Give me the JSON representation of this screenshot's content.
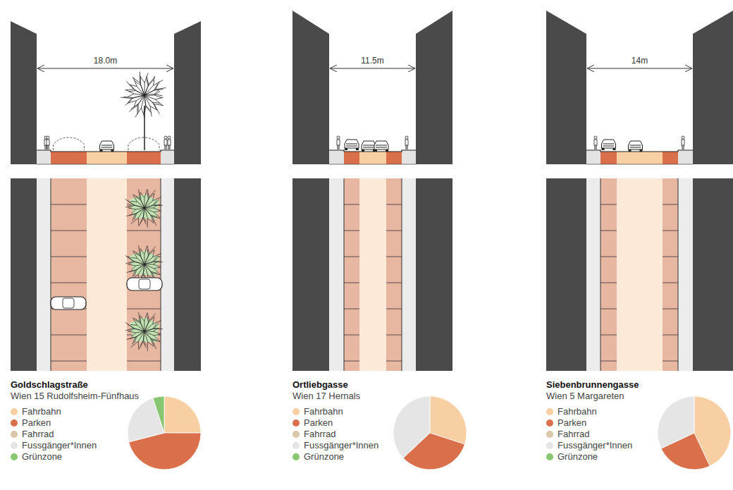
{
  "diagram": {
    "labels": [
      "18.0m",
      "11.5m",
      "14m",
      "Goldschlagstraße",
      "Wien 15 Rudolfsheim-Fünfhaus",
      "Ortliebgasse",
      "Wien 17 Hernals",
      "Siebenbrunnengasse",
      "Wien 5 Margareten"
    ],
    "legend": [
      {
        "text": "Fahrbahn",
        "color": "#f8cfa3"
      },
      {
        "text": "Parken",
        "color": "#d9704b"
      },
      {
        "text": "Fahrrad",
        "color": "#d8c7a9"
      },
      {
        "text": "Fussgänger*Innen",
        "color": "#e5e5e5"
      },
      {
        "text": "Grünzone",
        "color": "#88c671"
      },
      {
        "text": "Fahrbahn",
        "color": "#f8cfa3"
      },
      {
        "text": "Parken",
        "color": "#d9704b"
      },
      {
        "text": "Fahrrad",
        "color": "#d8c7a9"
      },
      {
        "text": "Fussgänger*Innen",
        "color": "#e5e5e5"
      },
      {
        "text": "Grünzone",
        "color": "#88c671"
      },
      {
        "text": "Fahrbahn",
        "color": "#f8cfa3"
      },
      {
        "text": "Parken",
        "color": "#d9704b"
      },
      {
        "text": "Fahrrad",
        "color": "#d8c7a9"
      },
      {
        "text": "Fussgänger*Innen",
        "color": "#e5e5e5"
      },
      {
        "text": "Grünzone",
        "color": "#88c671"
      }
    ]
  }
}
